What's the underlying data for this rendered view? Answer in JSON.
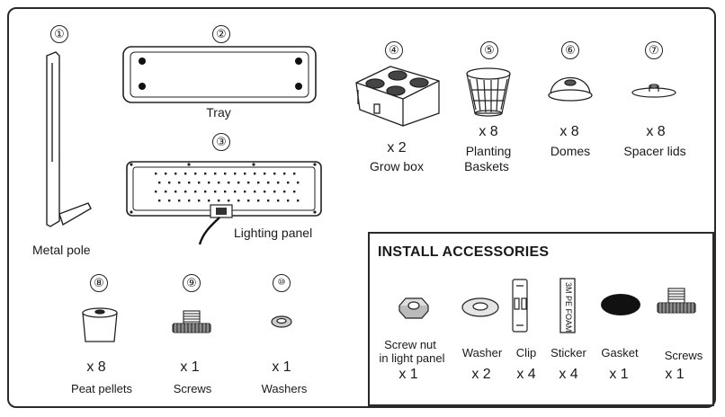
{
  "parts": [
    {
      "number": "①",
      "name": "Metal pole",
      "qty": ""
    },
    {
      "number": "②",
      "name": "Tray",
      "qty": ""
    },
    {
      "number": "③",
      "name": "Lighting panel",
      "qty": ""
    },
    {
      "number": "④",
      "name": "Grow box",
      "qty": "x 2"
    },
    {
      "number": "⑤",
      "name_line1": "Planting",
      "name_line2": "Baskets",
      "qty": "x 8"
    },
    {
      "number": "⑥",
      "name": "Domes",
      "qty": "x 8"
    },
    {
      "number": "⑦",
      "name": "Spacer lids",
      "qty": "x 8"
    },
    {
      "number": "⑧",
      "name": "Peat pellets",
      "qty": "x 8"
    },
    {
      "number": "⑨",
      "name": "Screws",
      "qty": "x 1"
    },
    {
      "number": "⑩",
      "name": "Washers",
      "qty": "x 1"
    }
  ],
  "accessories": {
    "title": "INSTALL ACCESSORIES",
    "items": [
      {
        "name_line1": "Screw nut",
        "name_line2": "in light panel",
        "qty": "x 1"
      },
      {
        "name": "Washer",
        "qty": "x 2"
      },
      {
        "name": "Clip",
        "qty": "x 4"
      },
      {
        "name": "Sticker",
        "qty": "x 4",
        "sticker_text": "3M PE FOAM"
      },
      {
        "name": "Gasket",
        "qty": "x 1"
      },
      {
        "name": "Screws",
        "qty": "x 1"
      }
    ]
  }
}
